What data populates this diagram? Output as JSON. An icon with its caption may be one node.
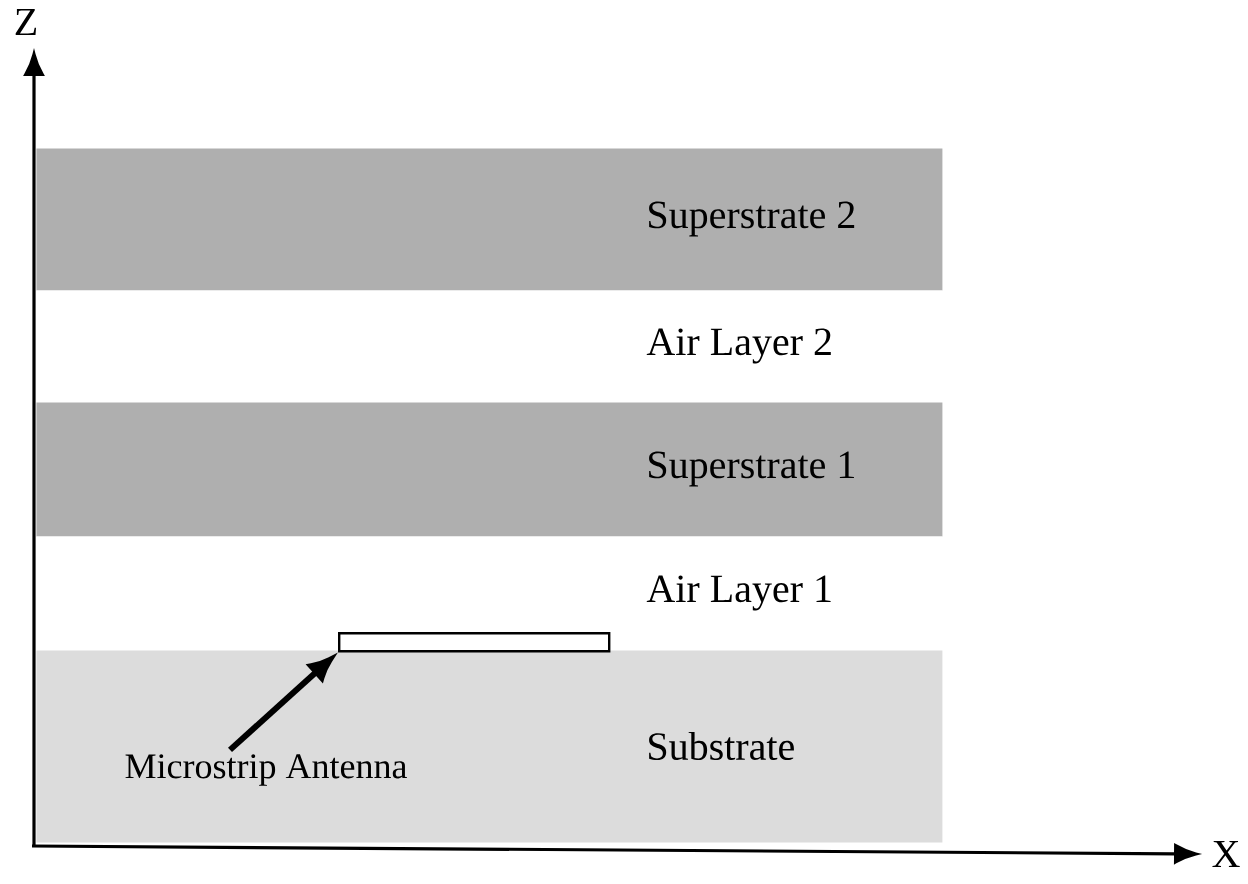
{
  "diagram": {
    "nodes": [
      {
        "text": [
          "Superstrate 2"
        ]
      },
      {
        "text": [
          "Air Layer 2"
        ]
      },
      {
        "text": [
          "Superstrate 1"
        ]
      },
      {
        "text": [
          "Air Layer 1"
        ]
      },
      {
        "text": [
          "Substrate"
        ]
      },
      {
        "text": [],
        "shape": "bar",
        "in": 3
      },
      {
        "text": [
          "Microstrip Antenna"
        ],
        "in": 4
      }
    ],
    "edges": [
      {
        "from": 6,
        "to": 5,
        "arrow": "to"
      }
    ],
    "labels": [
      "Z",
      "X"
    ]
  }
}
